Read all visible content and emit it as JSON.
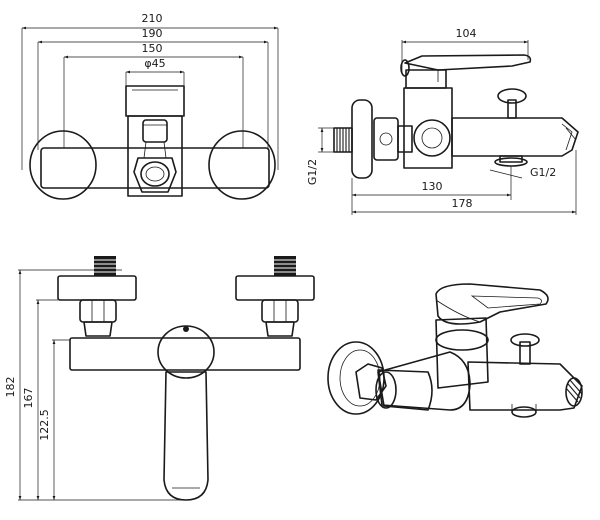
{
  "views": {
    "top": {
      "dim_overall": "210",
      "dim_centers_outer": "190",
      "dim_centers": "150",
      "dim_diameter": "φ45"
    },
    "side": {
      "dim_handle": "104",
      "dim_spout_reach": "130",
      "dim_depth": "178",
      "thread_inlet": "G1/2",
      "thread_outlet": "G1/2"
    },
    "front": {
      "dim_height": "182",
      "dim_mid": "167",
      "dim_low": "122.5"
    },
    "iso": {}
  },
  "colors": {
    "line": "#1a1a1a",
    "background": "#ffffff"
  }
}
